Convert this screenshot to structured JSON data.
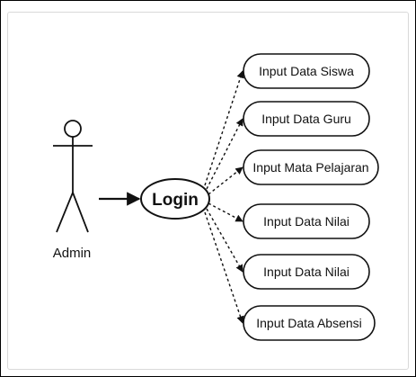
{
  "actor": {
    "name": "Admin"
  },
  "login": {
    "label": "Login"
  },
  "use_cases": [
    "Input Data Siswa",
    "Input Data Guru",
    "Input Mata Pelajaran",
    "Input Data Nilai",
    "Input Data Nilai",
    "Input Data Absensi"
  ]
}
